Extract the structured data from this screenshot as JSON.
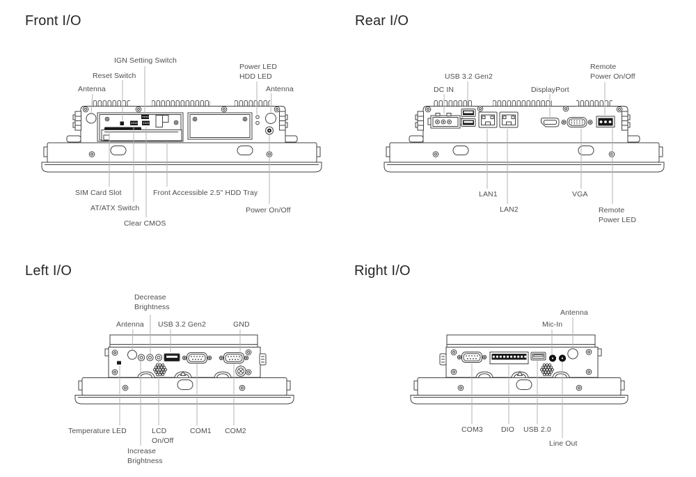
{
  "colors": {
    "ink": "#3f3f3f",
    "leader_line": "#b3b3b3",
    "label_text": "#4d4d4d",
    "title_text": "#262626",
    "dark_fill": "#1a1a1a",
    "background": "#ffffff"
  },
  "panels": {
    "front": {
      "title": "Front I/O",
      "labels": {
        "antenna_left": "Antenna",
        "reset_switch": "Reset Switch",
        "ign_setting_switch": "IGN Setting Switch",
        "power_led": "Power LED",
        "hdd_led": "HDD LED",
        "antenna_right": "Antenna",
        "sim_card_slot": "SIM Card Slot",
        "at_atx_switch": "AT/ATX Switch",
        "clear_cmos": "Clear CMOS",
        "hdd_tray": "Front Accessible 2.5\" HDD Tray",
        "power_on_off": "Power On/Off"
      }
    },
    "rear": {
      "title": "Rear I/O",
      "labels": {
        "usb_3_2_gen2": "USB 3.2 Gen2",
        "dc_in": "DC IN",
        "displayport": "DisplayPort",
        "remote_power_on_off": "Remote\nPower On/Off",
        "lan1": "LAN1",
        "lan2": "LAN2",
        "vga": "VGA",
        "remote_power_led": "Remote\nPower LED"
      }
    },
    "left": {
      "title": "Left I/O",
      "labels": {
        "decrease_brightness": "Decrease\nBrightness",
        "antenna": "Antenna",
        "usb_3_2_gen2": "USB 3.2 Gen2",
        "gnd": "GND",
        "temperature_led": "Temperature LED",
        "increase_brightness": "Increase\nBrightness",
        "lcd_on_off": "LCD\nOn/Off",
        "com1": "COM1",
        "com2": "COM2"
      }
    },
    "right": {
      "title": "Right I/O",
      "labels": {
        "antenna": "Antenna",
        "mic_in": "Mic-In",
        "com3": "COM3",
        "dio": "DIO",
        "usb_2_0": "USB 2.0",
        "line_out": "Line Out"
      }
    }
  }
}
